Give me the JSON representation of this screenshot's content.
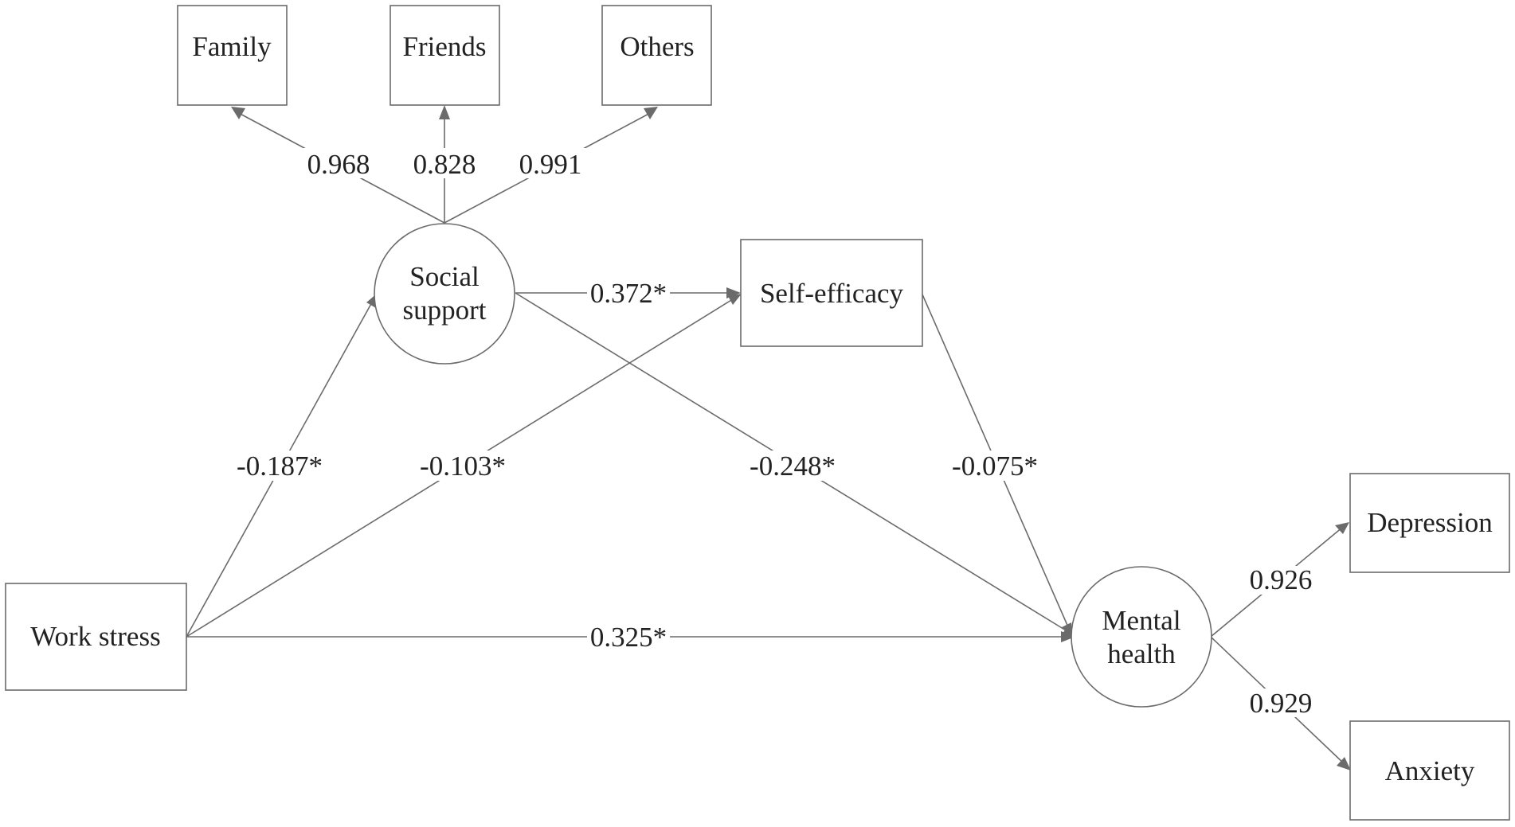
{
  "nodes": {
    "family": "Family",
    "friends": "Friends",
    "others": "Others",
    "social_support": [
      "Social",
      "support"
    ],
    "self_efficacy": "Self-efficacy",
    "work_stress": "Work stress",
    "mental_health": [
      "Mental",
      "health"
    ],
    "depression": "Depression",
    "anxiety": "Anxiety"
  },
  "paths": {
    "ss_family": "0.968",
    "ss_friends": "0.828",
    "ss_others": "0.991",
    "ss_se": "0.372*",
    "ws_ss": "-0.187*",
    "ws_se": "-0.103*",
    "ss_mh": "-0.248*",
    "se_mh": "-0.075*",
    "ws_mh": "0.325*",
    "mh_depression": "0.926",
    "mh_anxiety": "0.929"
  }
}
